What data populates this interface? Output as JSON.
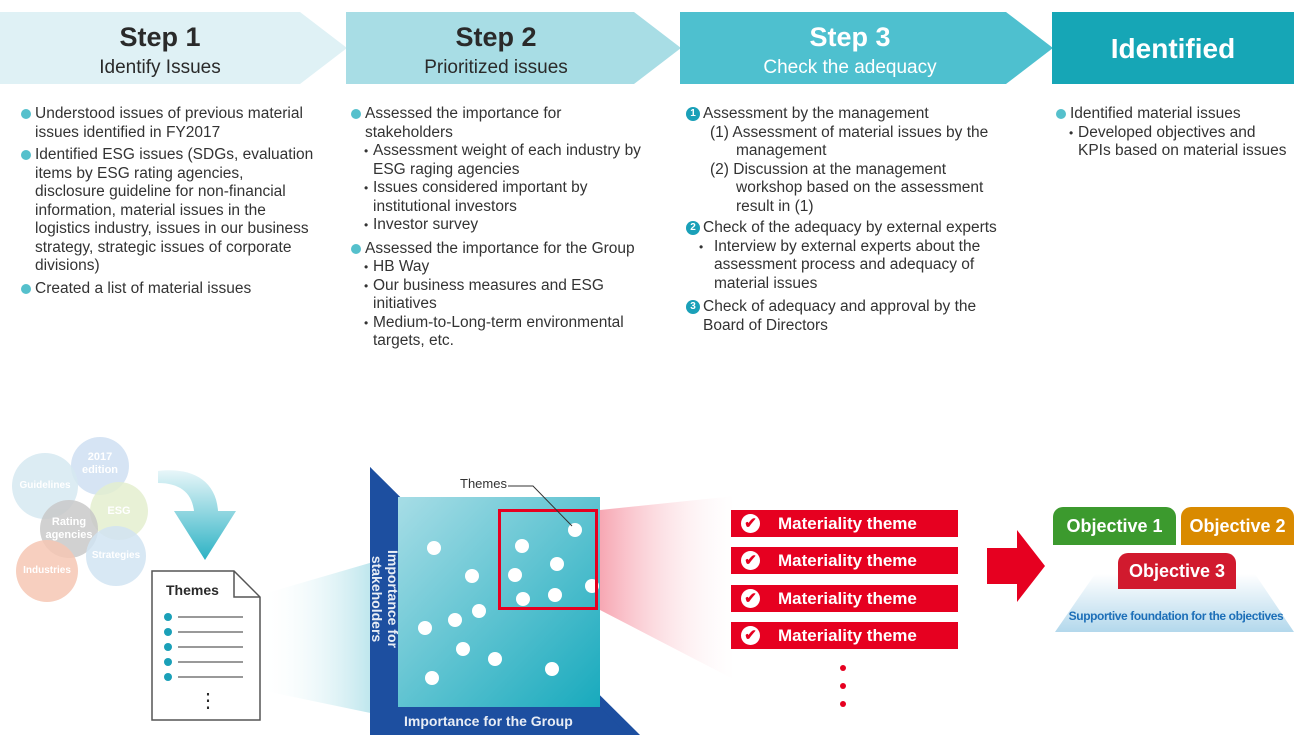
{
  "steps": [
    {
      "title": "Step 1",
      "subtitle": "Identify Issues"
    },
    {
      "title": "Step 2",
      "subtitle": "Prioritized issues"
    },
    {
      "title": "Step 3",
      "subtitle": "Check the adequacy"
    },
    {
      "title": "Identified"
    }
  ],
  "col1": {
    "b1": "Understood issues of previous material issues identified in FY2017",
    "b2": "Identified ESG issues (SDGs, evaluation items by ESG rating agencies, disclosure guideline for non-financial information, material issues in the logistics industry, issues in our business strategy, strategic issues of corporate divisions)",
    "b3": "Created a list of material issues"
  },
  "col2": {
    "b1": "Assessed the importance for stakeholders",
    "s1": "Assessment weight of each industry by ESG raging agencies",
    "s2": "Issues considered important by institutional investors",
    "s3": "Investor survey",
    "b2": "Assessed the importance for the Group",
    "s4": "HB Way",
    "s5": "Our business measures and ESG initiatives",
    "s6": "Medium-to-Long-term environmental targets, etc."
  },
  "col3": {
    "n1_num": "1",
    "n1": "Assessment by the management",
    "p1": "(1) Assessment of material issues by the management",
    "p2": "(2) Discussion at the management workshop based on the assessment result in (1)",
    "n2_num": "2",
    "n2": "Check of the adequacy by external experts",
    "s1": "Interview by external experts about the assessment process and adequacy of material issues",
    "n3_num": "3",
    "n3": "Check of adequacy and approval by the Board of Directors"
  },
  "col4": {
    "b1": "Identified material issues",
    "s1": "Developed objectives and KPIs based on material issues"
  },
  "circles": {
    "edition": "2017 edition",
    "guidelines": "Guidelines",
    "esg": "ESG",
    "rating": "Rating agencies",
    "strategies": "Strategies",
    "industries": "Industries"
  },
  "doc": {
    "title": "Themes",
    "more": "⋮"
  },
  "matrix": {
    "y_label": "Importance for stakeholders",
    "x_label": "Importance for the Group",
    "callout": "Themes"
  },
  "themes": [
    "Materiality theme",
    "Materiality theme",
    "Materiality theme",
    "Materiality theme"
  ],
  "check_icon": "✔",
  "objectives": {
    "o1": "Objective 1",
    "o2": "Objective 2",
    "o3": "Objective 3",
    "foundation": "Supportive foundation for the objectives"
  },
  "colors": {
    "step1": "#dff1f5",
    "step2": "#a8dde5",
    "step3": "#4ec0cf",
    "identified": "#16a6b6",
    "red": "#e60020",
    "green": "#3c9a2e",
    "orange": "#d98a00",
    "navy": "#1d4fa0"
  }
}
